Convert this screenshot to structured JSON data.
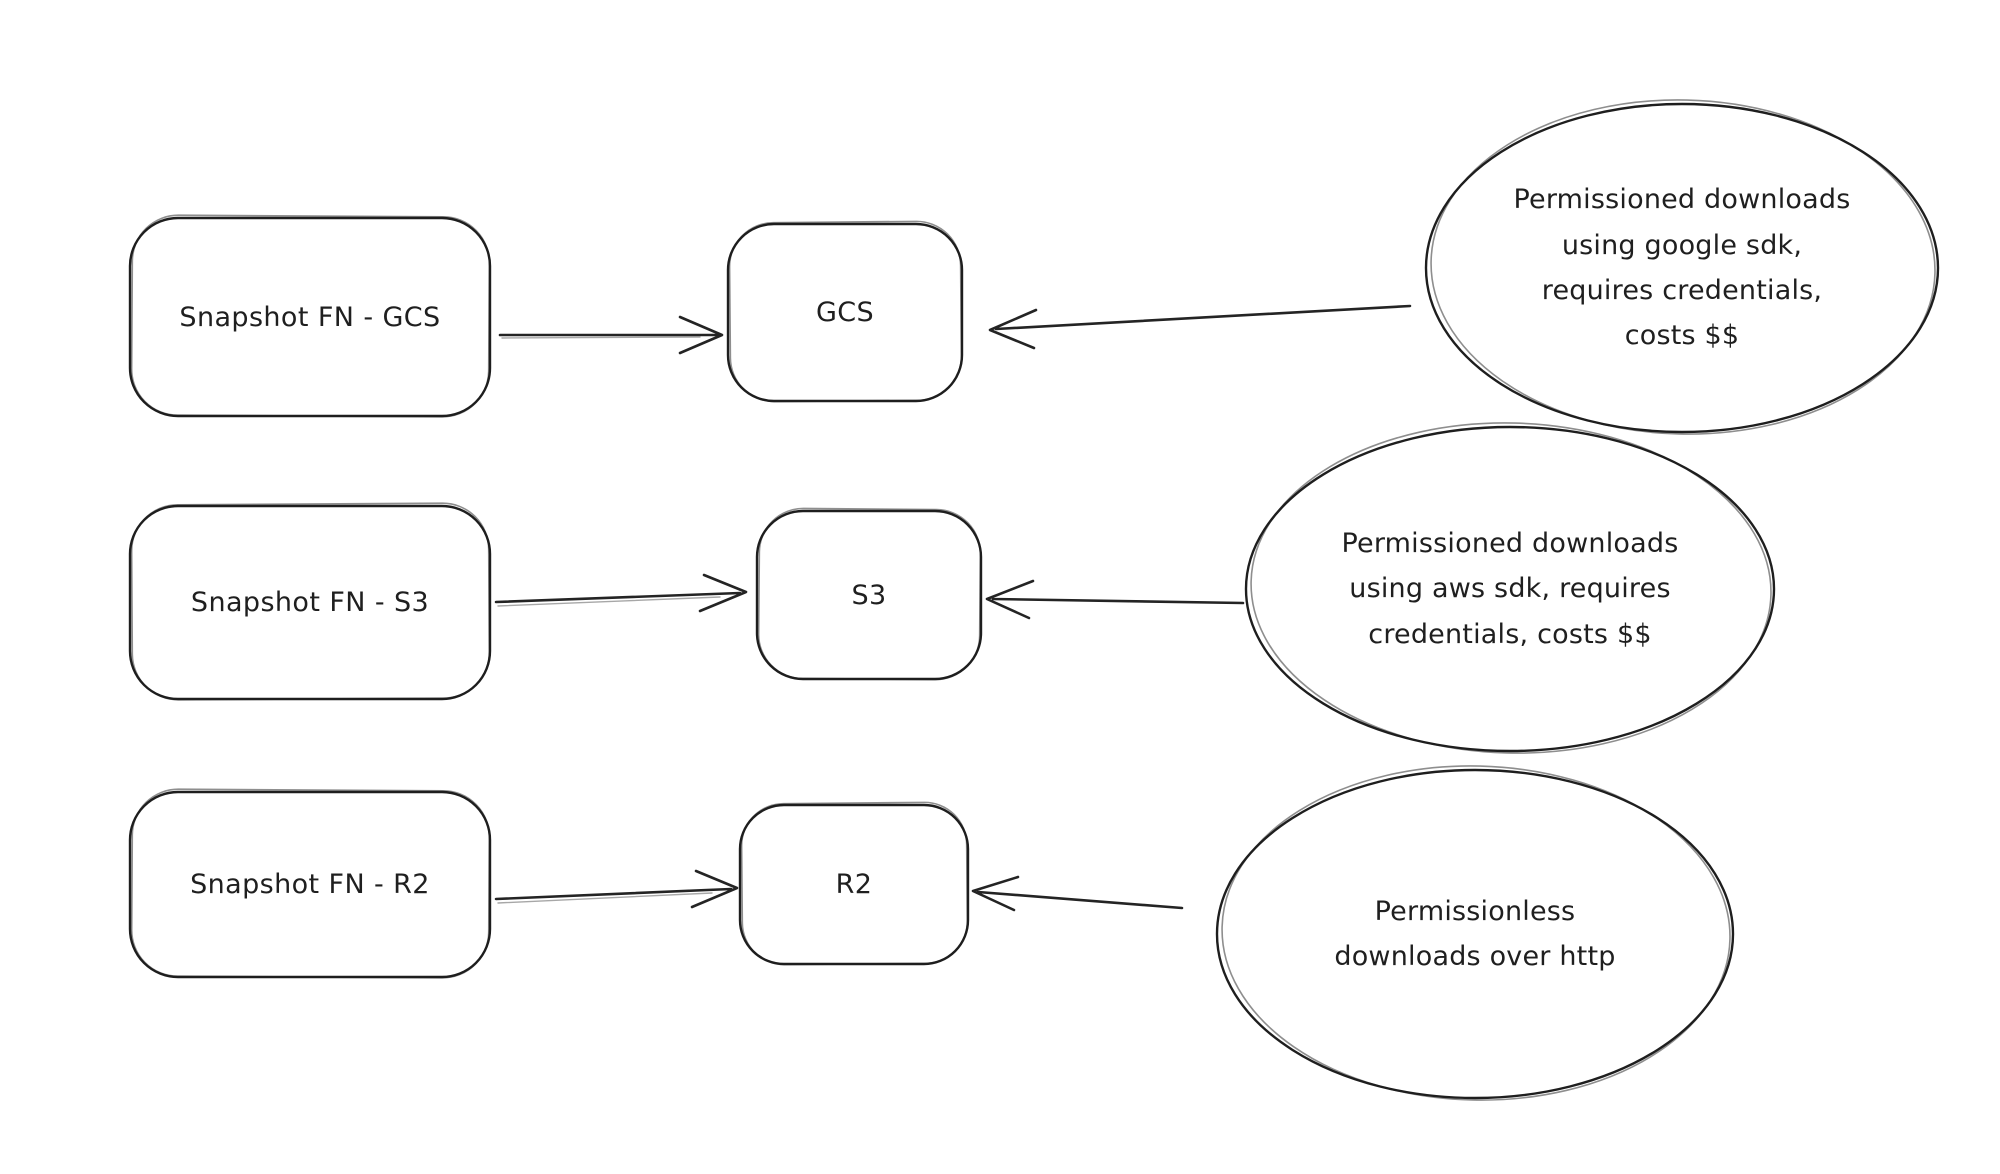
{
  "diagram": {
    "colors": {
      "background": "#ffffff",
      "stroke": "#1e1e1e",
      "text": "#1f1f1f"
    },
    "rows": [
      {
        "source_label": "Snapshot FN - GCS",
        "bucket_label": "GCS",
        "note_lines": [
          "Permissioned downloads",
          "using google sdk,",
          "requires credentials,",
          "costs $$"
        ]
      },
      {
        "source_label": "Snapshot FN - S3",
        "bucket_label": "S3",
        "note_lines": [
          "Permissioned downloads",
          "using aws sdk, requires",
          "credentials, costs $$"
        ]
      },
      {
        "source_label": "Snapshot FN - R2",
        "bucket_label": "R2",
        "note_lines": [
          "Permissionless",
          "downloads over http"
        ]
      }
    ]
  }
}
